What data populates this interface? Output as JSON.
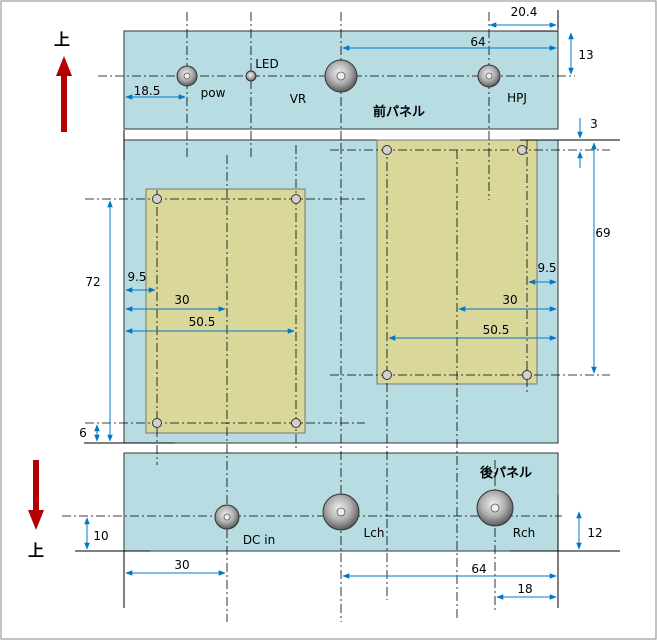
{
  "colors": {
    "panel": "#b7dde3",
    "board": "#d9d89a",
    "dimension": "#0078c8",
    "arrow": "#b40000",
    "centerline": "#000000"
  },
  "up_label_top": "上",
  "up_label_bottom": "上",
  "front_panel": {
    "title": "前パネル",
    "labels": {
      "pow": "pow",
      "led": "LED",
      "vr": "VR",
      "hpj": "HPJ"
    },
    "dims": {
      "d20_4": "20.4",
      "d64": "64",
      "d13": "13",
      "d18_5": "18.5"
    }
  },
  "middle": {
    "dims": {
      "d3": "3",
      "d69": "69",
      "d72": "72",
      "d6": "6",
      "l9_5": "9.5",
      "l30": "30",
      "l50_5": "50.5",
      "r9_5": "9.5",
      "r30": "30",
      "r50_5": "50.5"
    }
  },
  "rear_panel": {
    "title": "後パネル",
    "labels": {
      "dcin": "DC in",
      "lch": "Lch",
      "rch": "Rch"
    },
    "dims": {
      "d10": "10",
      "d12": "12",
      "d30": "30",
      "d64": "64",
      "d18": "18"
    }
  }
}
